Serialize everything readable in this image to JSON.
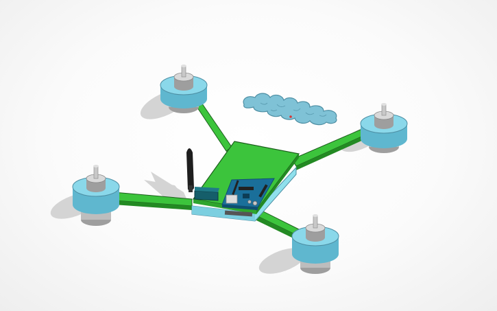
{
  "scene": {
    "subject": "quadcopter-drone-model",
    "colors": {
      "background": "#f7f7f7",
      "shadow": "#d4d4d4",
      "frame": "#3cc43c",
      "frame_dark": "#238a23",
      "frame_edge": "#1c5e1c",
      "base_plate": "#8fe0ec",
      "motor_ring": "#8ad8ea",
      "motor_ring_dark": "#5fb7cf",
      "motor_body": "#d9d9d9",
      "motor_body_dark": "#9e9e9e",
      "board": "#1a6f9a",
      "board_dark": "#0f4e70",
      "antenna": "#1e1e1e",
      "radio_module": "#155e6a",
      "cloud": "#7fc2d6",
      "cloud_edge": "#4d8ea3"
    },
    "parts": [
      "frame-plate",
      "base-plate",
      "arm-front-left",
      "arm-front-right",
      "arm-back-left",
      "arm-back-right",
      "motor-front-left",
      "motor-front-right",
      "motor-back-left",
      "motor-back-right",
      "antenna",
      "radio-module",
      "controller-board",
      "floating-cloud"
    ]
  }
}
